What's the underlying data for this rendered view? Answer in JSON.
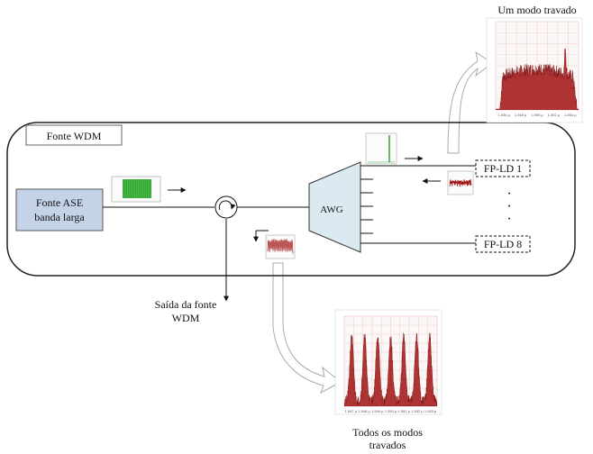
{
  "labels": {
    "frame_title": "Fonte WDM",
    "ase_line1": "Fonte ASE",
    "ase_line2": "banda larga",
    "awg": "AWG",
    "fpld1": "FP-LD 1",
    "fpld8": "FP-LD 8",
    "output_line1": "Saída da fonte",
    "output_line2": "WDM",
    "top_caption": "Um modo travado",
    "bottom_caption_line1": "Todos os modos",
    "bottom_caption_line2": "travados",
    "dots": "·"
  },
  "spectra": {
    "top_axis_ticks": [
      "1.546 μ",
      "1.548 μ",
      "1.550 μ",
      "1.552 μ",
      "1.554 μ"
    ],
    "bottom_axis_ticks": [
      "1.547 μ",
      "1.548 μ",
      "1.549 μ",
      "1.550 μ",
      "1.551 μ",
      "1.552 μ",
      "1.553 μ"
    ],
    "bottom_peak_count": 7
  },
  "colors": {
    "spectrum_red": "#a01010",
    "ase_green": "#2fa82f",
    "awg_fill": "#dbe9f0",
    "ase_fill": "#c5d3e8",
    "frame_stroke": "#222222"
  }
}
